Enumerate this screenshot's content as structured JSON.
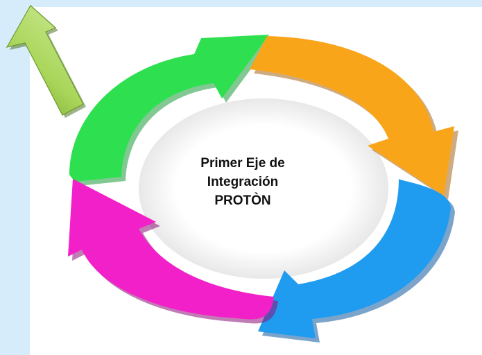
{
  "diagram": {
    "center_label_lines": [
      "Primer Eje de",
      "Integración",
      "PROTÒN"
    ],
    "arrows": [
      {
        "name": "green",
        "color": "#2ee04f"
      },
      {
        "name": "orange",
        "color": "#f9a51a"
      },
      {
        "name": "blue",
        "color": "#1f9cf0"
      },
      {
        "name": "magenta",
        "color": "#f220c8"
      }
    ],
    "corner_arrow_color": "#8cc63f"
  }
}
